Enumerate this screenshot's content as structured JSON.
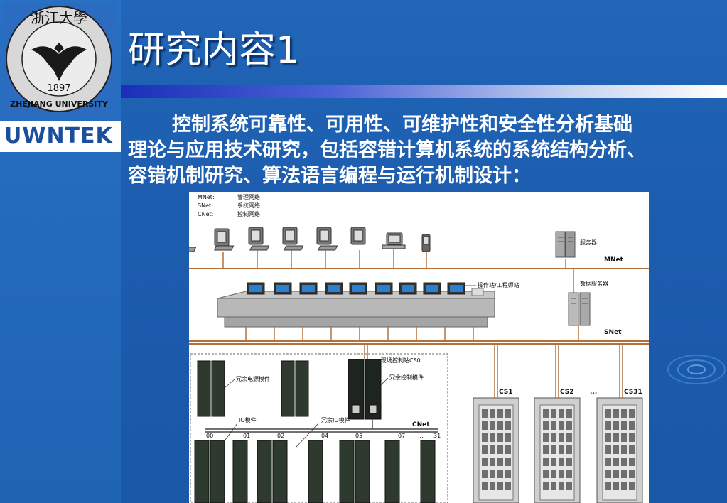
{
  "seal": {
    "text_top": "浙江大學",
    "year": "1897",
    "text_bottom": "ZHEJIANG UNIVERSITY"
  },
  "brand": {
    "logo_text": "UWNTEK"
  },
  "title": "研究内容1",
  "paragraph": {
    "line1": "控制系统可靠性、可用性、可维护性和安全性分析基础",
    "line2": "理论与应用技术研究，包括容错计算机系统的系统结构分析、",
    "line3": "容错机制研究、算法语言编程与运行机制设计："
  },
  "diagram": {
    "legend": [
      {
        "key": "MNet:",
        "value": "管理网络"
      },
      {
        "key": "SNet:",
        "value": "系统网络"
      },
      {
        "key": "CNet:",
        "value": "控制网络"
      }
    ],
    "server_label": "服务器",
    "mnet_label": "MNet",
    "station_label": "操作站/工程师站",
    "data_server_label": "数据服务器",
    "snet_label": "SNet",
    "field_station_label": "现场控制站CS0",
    "redundant_power_label": "冗余电源模件",
    "redundant_control_label": "冗余控制模件",
    "io_module_label": "IO模件",
    "redundant_io_label": "冗余IO模件",
    "cnet_label": "CNet",
    "slot_labels": [
      "00",
      "01",
      "02",
      "04",
      "05",
      "07",
      "...",
      "31"
    ],
    "cabinet_labels": [
      "CS1",
      "CS2",
      "...",
      "CS31"
    ]
  },
  "colors": {
    "network_line": "#b5703a",
    "background": "#1c5cae",
    "title_bar_start": "#1a2fb8"
  }
}
